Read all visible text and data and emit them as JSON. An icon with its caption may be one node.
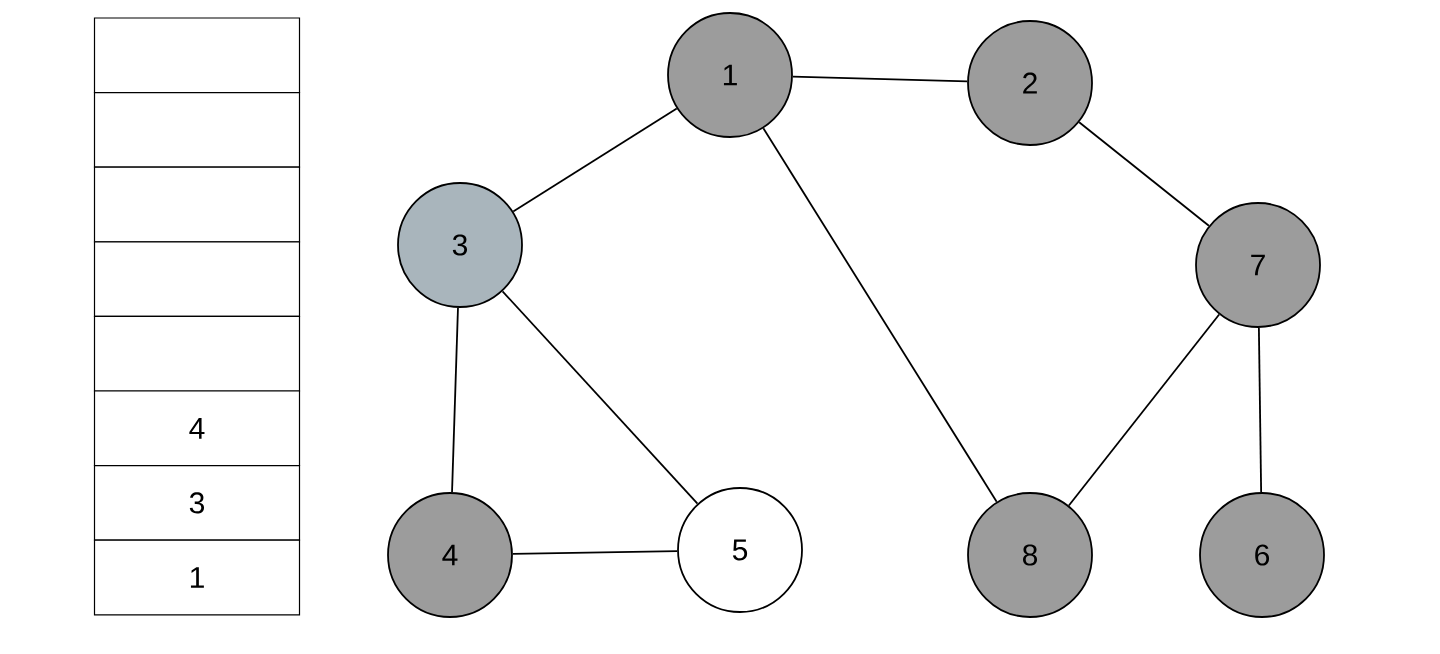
{
  "diagram": {
    "nodes": [
      {
        "text": [],
        "shape": "box"
      },
      {
        "text": [],
        "shape": "box"
      },
      {
        "text": [],
        "shape": "box"
      },
      {
        "text": [],
        "shape": "box"
      },
      {
        "text": [],
        "shape": "box"
      },
      {
        "text": [
          "4"
        ]
      },
      {
        "text": [
          "3"
        ]
      },
      {
        "text": [
          "1"
        ]
      },
      {
        "text": [
          "1"
        ]
      },
      {
        "text": [
          "2"
        ]
      },
      {
        "text": [
          "3"
        ]
      },
      {
        "text": [
          "7"
        ]
      },
      {
        "text": [
          "4"
        ]
      },
      {
        "text": [
          "5"
        ]
      },
      {
        "text": [
          "8"
        ]
      },
      {
        "text": [
          "6"
        ]
      }
    ],
    "edges": [
      {
        "from": 8,
        "to": 9,
        "arrow": "none"
      },
      {
        "from": 8,
        "to": 10,
        "arrow": "none"
      },
      {
        "from": 8,
        "to": 14,
        "arrow": "none"
      },
      {
        "from": 9,
        "to": 11,
        "arrow": "none"
      },
      {
        "from": 10,
        "to": 12,
        "arrow": "none"
      },
      {
        "from": 10,
        "to": 13,
        "arrow": "none"
      },
      {
        "from": 12,
        "to": 13,
        "arrow": "none"
      },
      {
        "from": 11,
        "to": 14,
        "arrow": "none"
      },
      {
        "from": 11,
        "to": 15,
        "arrow": "none"
      }
    ]
  }
}
